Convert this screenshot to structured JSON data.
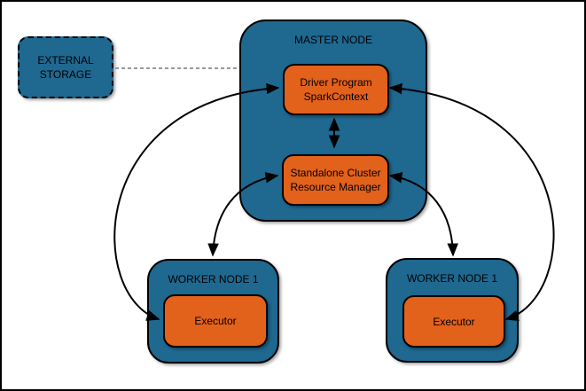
{
  "colors": {
    "background": "#FFFFFF",
    "frame_border": "#000000",
    "node_fill_blue": "#1F6890",
    "node_fill_orange": "#E2611B",
    "arrow": "#000000",
    "dashed_link": "#999999",
    "text": "#000000"
  },
  "nodes": {
    "external_storage": {
      "lines": [
        "EXTERNAL",
        "STORAGE"
      ]
    },
    "master": {
      "label": "MASTER NODE"
    },
    "driver": {
      "lines": [
        "Driver Program",
        "SparkContext"
      ]
    },
    "resource_manager": {
      "lines": [
        "Standalone Cluster",
        "Resource Manager"
      ]
    },
    "worker_left": {
      "label": "WORKER NODE 1",
      "executor_label": "Executor"
    },
    "worker_right": {
      "label": "WORKER NODE 1",
      "executor_label": "Executor"
    }
  },
  "edges": [
    {
      "id": "external-storage-to-master",
      "from": "external-storage",
      "to": "master-node",
      "line": "dashed",
      "arrows": "none"
    },
    {
      "id": "driver-to-resource-manager",
      "from": "driver-program",
      "to": "resource-manager",
      "line": "solid",
      "arrows": "both"
    },
    {
      "id": "driver-to-executor-left",
      "from": "driver-program",
      "to": "executor-left",
      "line": "solid",
      "arrows": "both"
    },
    {
      "id": "driver-to-executor-right",
      "from": "driver-program",
      "to": "executor-right",
      "line": "solid",
      "arrows": "both"
    },
    {
      "id": "resource-manager-to-worker-left",
      "from": "resource-manager",
      "to": "worker-node-left",
      "line": "solid",
      "arrows": "both"
    },
    {
      "id": "resource-manager-to-worker-right",
      "from": "resource-manager",
      "to": "worker-node-right",
      "line": "solid",
      "arrows": "both"
    }
  ]
}
